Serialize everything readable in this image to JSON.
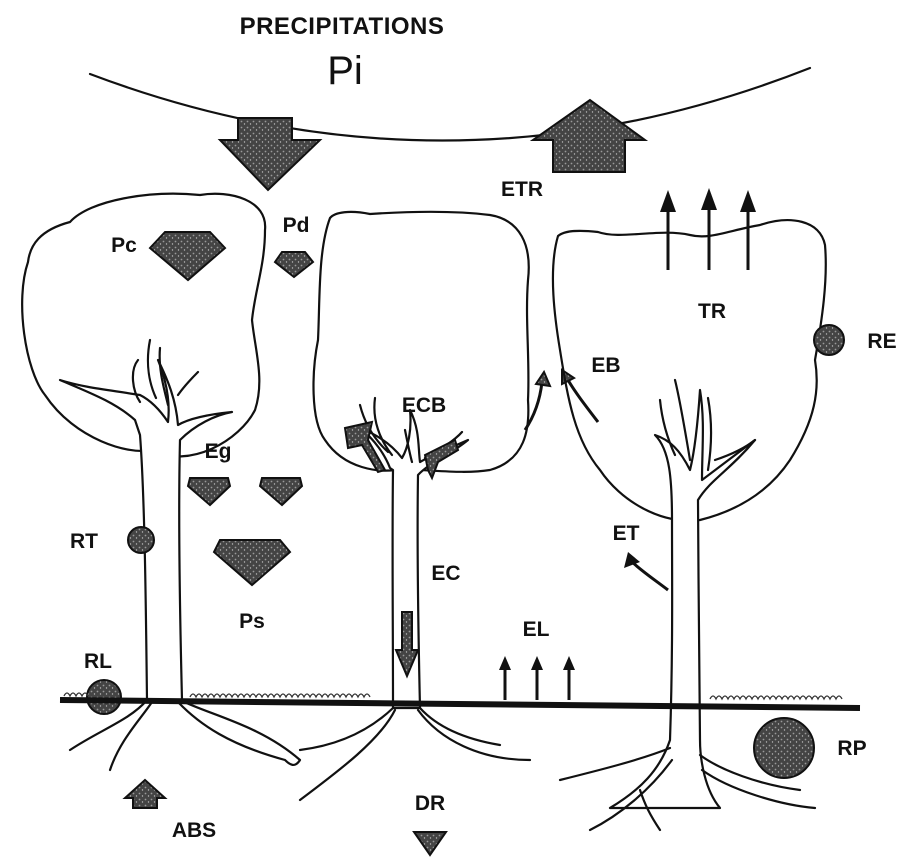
{
  "title": "PRECIPITATIONS",
  "precip_symbol": "Pi",
  "labels": {
    "pc": "Pc",
    "pd": "Pd",
    "etr": "ETR",
    "tr": "TR",
    "re": "RE",
    "eb": "EB",
    "ecb": "ECB",
    "eg": "Eg",
    "rt": "RT",
    "ps": "Ps",
    "ec": "EC",
    "et": "ET",
    "el": "EL",
    "rl": "RL",
    "rp": "RP",
    "abs": "ABS",
    "dr": "DR"
  },
  "colors": {
    "ink": "#111111",
    "fill": "#555555",
    "background": "#ffffff"
  }
}
